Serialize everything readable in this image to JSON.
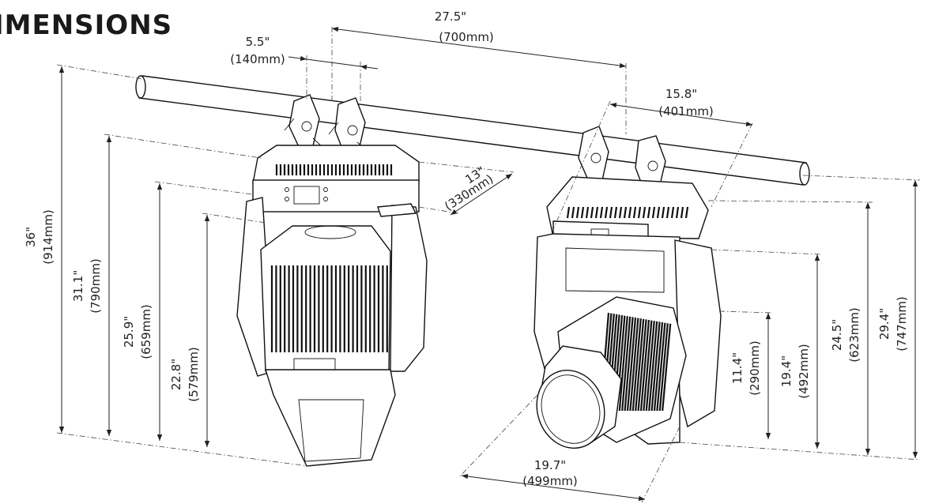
{
  "title": "IMENSIONS",
  "dimensions": {
    "d_27_5": {
      "inch": "27.5\"",
      "mm": "(700mm)"
    },
    "d_5_5": {
      "inch": "5.5\"",
      "mm": "(140mm)"
    },
    "d_15_8": {
      "inch": "15.8\"",
      "mm": "(401mm)"
    },
    "d_13": {
      "inch": "13\"",
      "mm": "(330mm)"
    },
    "d_36": {
      "inch": "36\"",
      "mm": "(914mm)"
    },
    "d_31_1": {
      "inch": "31.1\"",
      "mm": "(790mm)"
    },
    "d_25_9": {
      "inch": "25.9\"",
      "mm": "(659mm)"
    },
    "d_22_8": {
      "inch": "22.8\"",
      "mm": "(579mm)"
    },
    "d_11_4": {
      "inch": "11.4\"",
      "mm": "(290mm)"
    },
    "d_19_4": {
      "inch": "19.4\"",
      "mm": "(492mm)"
    },
    "d_24_5": {
      "inch": "24.5\"",
      "mm": "(623mm)"
    },
    "d_29_4": {
      "inch": "29.4\"",
      "mm": "(747mm)"
    },
    "d_19_7": {
      "inch": "19.7\"",
      "mm": "(499mm)"
    }
  }
}
